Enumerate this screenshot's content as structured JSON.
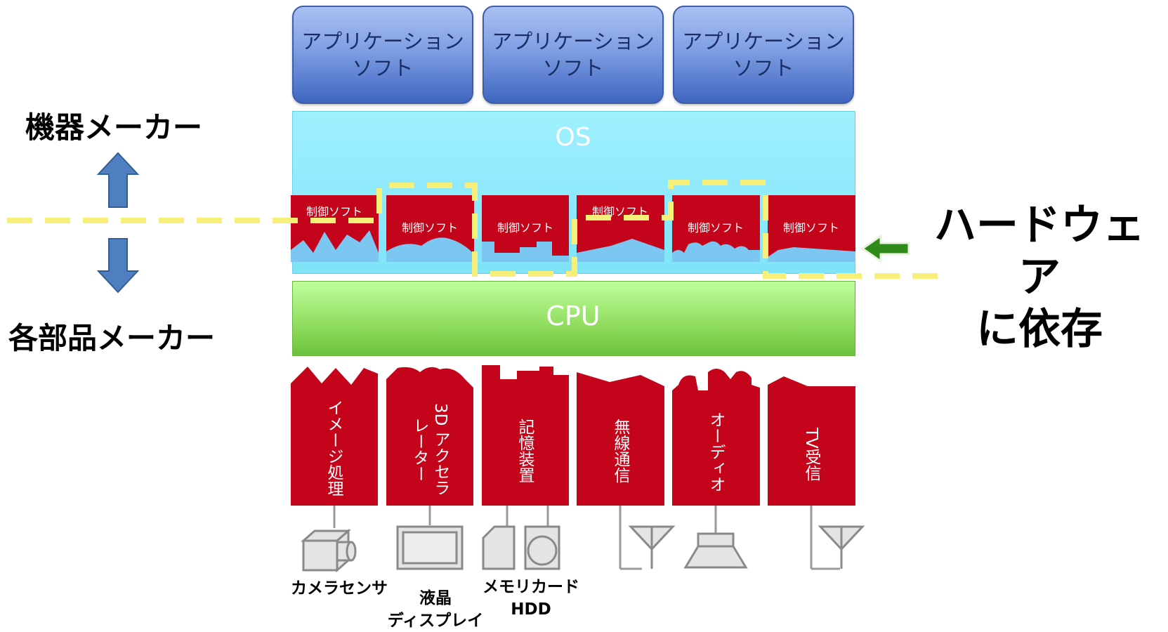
{
  "app_layer": {
    "boxes": [
      {
        "line1": "アプリケーション",
        "line2": "ソフト"
      },
      {
        "line1": "アプリケーション",
        "line2": "ソフト"
      },
      {
        "line1": "アプリケーション",
        "line2": "ソフト"
      }
    ]
  },
  "os_layer": {
    "label": "OS"
  },
  "control_layer": {
    "labels": [
      "制御ソフト",
      "制御ソフト",
      "制御ソフト",
      "制御ソフト",
      "制御ソフト",
      "制御ソフト"
    ]
  },
  "cpu_layer": {
    "label": "CPU"
  },
  "left_side": {
    "top_label": "機器メーカー",
    "bottom_label": "各部品メーカー"
  },
  "right_side": {
    "line1": "ハードウェア",
    "line2": "に依存"
  },
  "devices": [
    {
      "chip_line1": "イメージ処理",
      "chip_line2": "",
      "hardware_icon": "camera-icon",
      "hardware_label_lines": [
        "カメラセンサ"
      ]
    },
    {
      "chip_line1": "3D アクセラ",
      "chip_line2": "レーター",
      "hardware_icon": "display-icon",
      "hardware_label_lines": [
        "液晶",
        "ディスプレイ"
      ]
    },
    {
      "chip_line1": "記憶装置",
      "chip_line2": "",
      "hardware_icon": "memory-card-hdd-icon",
      "hardware_label_lines": [
        "メモリカード",
        "HDD"
      ]
    },
    {
      "chip_line1": "無線通信",
      "chip_line2": "",
      "hardware_icon": "antenna-icon",
      "hardware_label_lines": []
    },
    {
      "chip_line1": "オーディオ",
      "chip_line2": "",
      "hardware_icon": "speaker-icon",
      "hardware_label_lines": []
    },
    {
      "chip_line1": "TV受信",
      "chip_line2": "",
      "hardware_icon": "antenna-icon",
      "hardware_label_lines": []
    }
  ],
  "colors": {
    "chip_red": "#c4041a",
    "boundary_dash": "#f6f07a",
    "arrow_blue": "#4f7fc0",
    "arrow_green": "#2f8a1a"
  }
}
